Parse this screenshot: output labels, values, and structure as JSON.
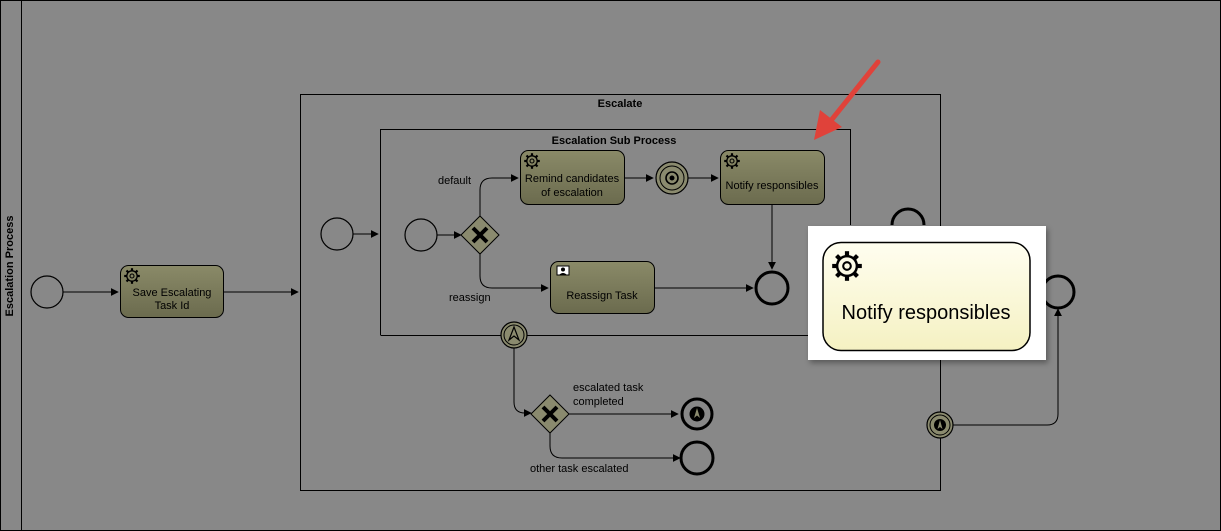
{
  "pool": {
    "label": "Escalation Process"
  },
  "subprocesses": {
    "outer_title": "Escalate",
    "inner_title": "Escalation Sub Process"
  },
  "tasks": {
    "save_line1": "Save Escalating",
    "save_line2": "Task Id",
    "remind_line1": "Remind candidates",
    "remind_line2": "of escalation",
    "notify": "Notify responsibles",
    "reassign": "Reassign Task"
  },
  "flows": {
    "default": "default",
    "reassign": "reassign",
    "escalated_line1": "escalated task",
    "escalated_line2": "completed",
    "other": "other task escalated"
  },
  "zoom": {
    "label": "Notify responsibles"
  },
  "colors": {
    "background_dim": "#888888",
    "task_gradient_top": "#8a8a68",
    "task_gradient_bottom": "#6b6b4e",
    "zoom_task_top": "#fffef0",
    "zoom_task_bottom": "#f5f1c2",
    "arrow_red": "#e0423a"
  },
  "icons": {
    "service_task": "gear-icon",
    "user_task": "user-icon",
    "gateway": "exclusive-gateway-x-icon",
    "escalation_event": "escalation-event-icon"
  }
}
